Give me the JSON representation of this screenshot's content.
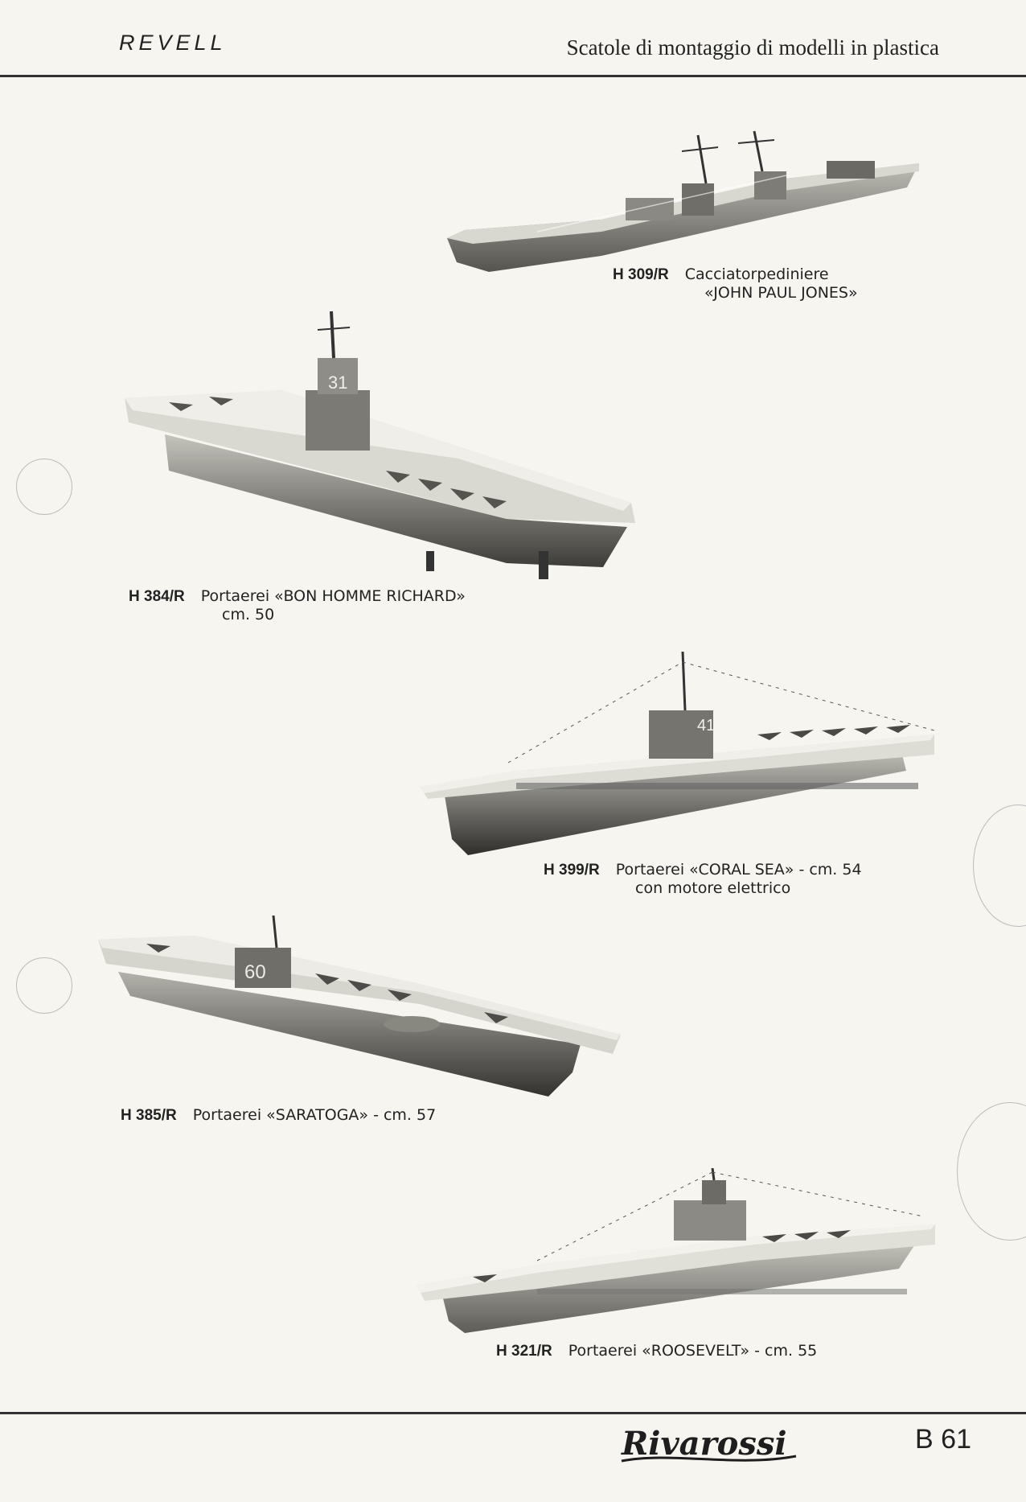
{
  "header": {
    "brand": "REVELL",
    "title": "Scatole di montaggio di modelli in plastica"
  },
  "items": [
    {
      "code": "H 309/R",
      "description": "Cacciatorpediniere",
      "subline": "«JOHN PAUL JONES»",
      "image": "destroyer-model-photo"
    },
    {
      "code": "H 384/R",
      "description": "Portaerei «BON HOMME RICHARD»",
      "subline": "cm. 50",
      "image": "aircraft-carrier-model-photo"
    },
    {
      "code": "H 399/R",
      "description": "Portaerei «CORAL SEA» - cm. 54",
      "subline": "con motore elettrico",
      "image": "aircraft-carrier-model-photo"
    },
    {
      "code": "H 385/R",
      "description": "Portaerei «SARATOGA» - cm. 57",
      "subline": "",
      "image": "aircraft-carrier-model-photo"
    },
    {
      "code": "H 321/R",
      "description": "Portaerei «ROOSEVELT» - cm. 55",
      "subline": "",
      "image": "aircraft-carrier-model-photo"
    }
  ],
  "hull_numbers": [
    "31",
    "41",
    "60"
  ],
  "footer": {
    "logo": "Rivarossi",
    "page": "B 61"
  }
}
